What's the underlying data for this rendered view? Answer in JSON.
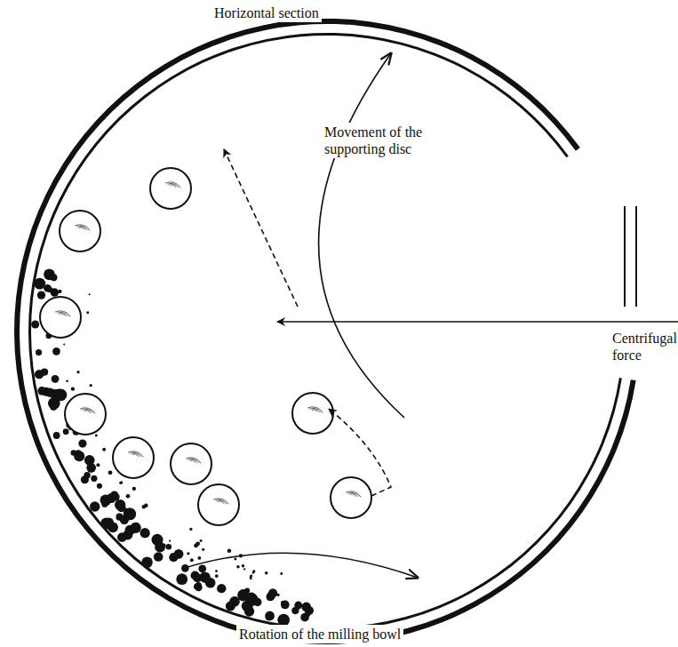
{
  "diagram": {
    "title": "Horizontal section",
    "labels": [
      "Movement of the supporting disc",
      "Centrifugal force",
      "Rotation of the milling bowl"
    ]
  }
}
